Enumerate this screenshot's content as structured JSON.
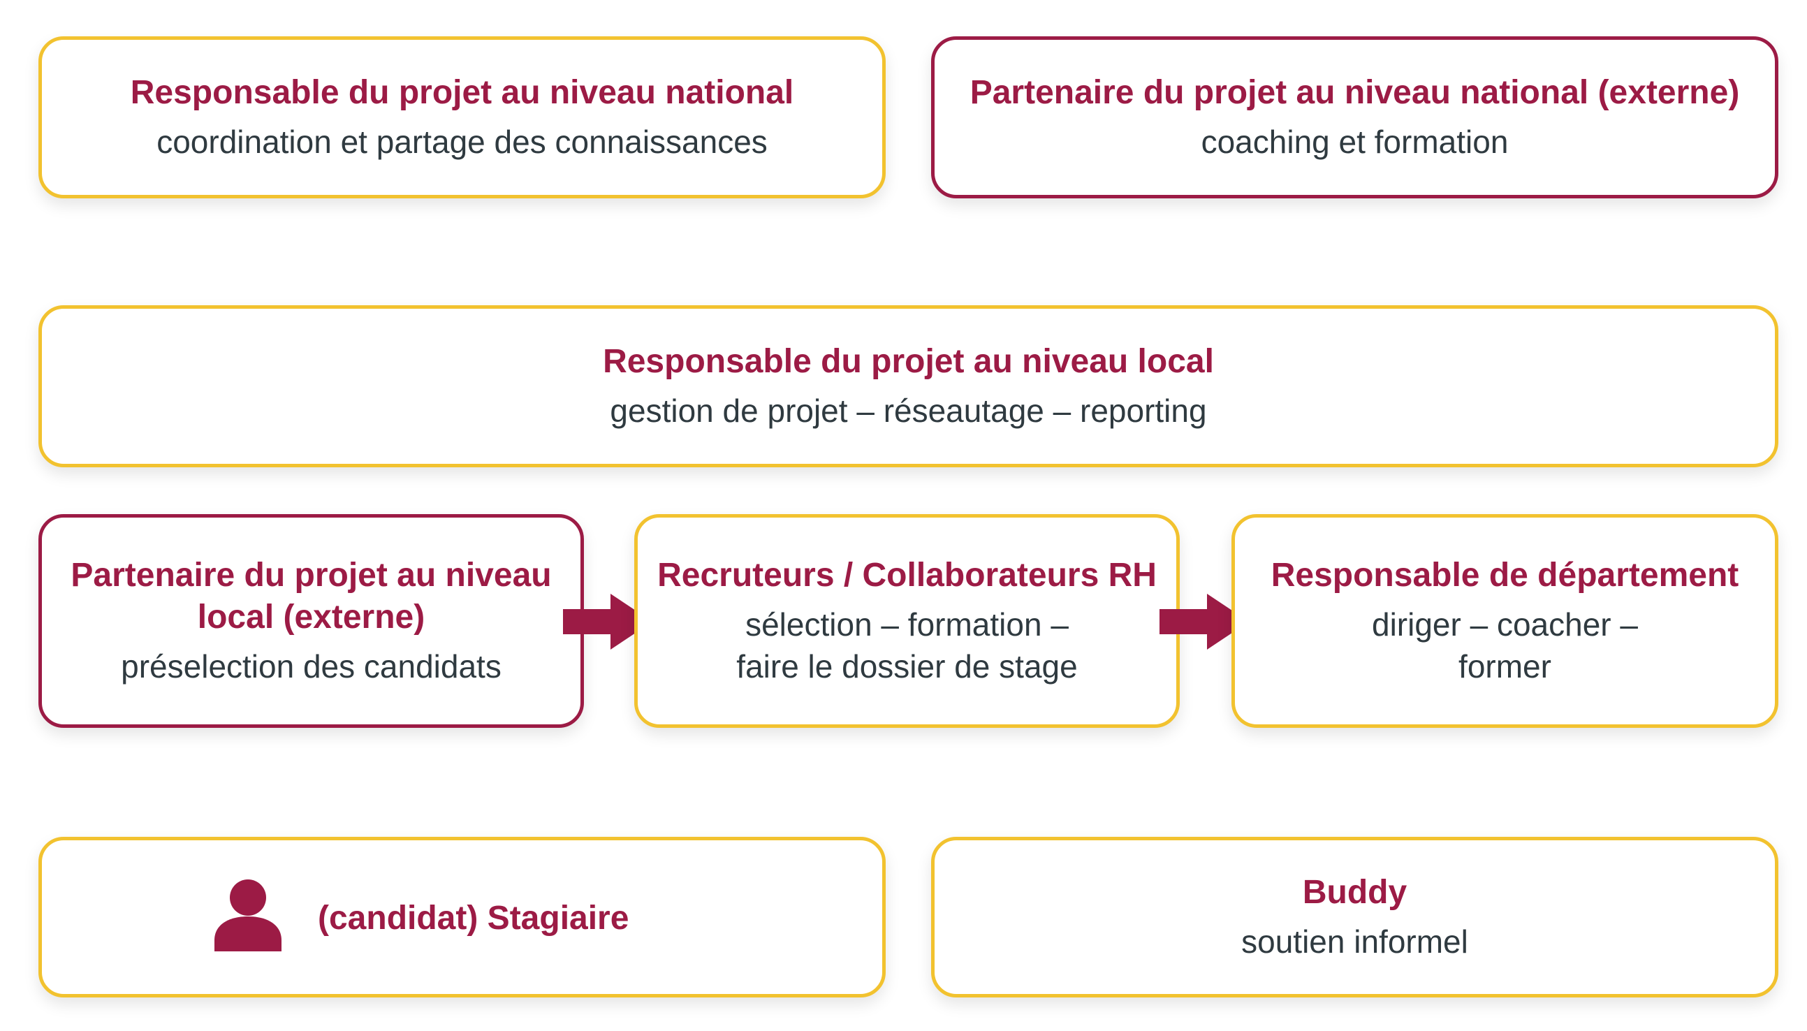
{
  "colors": {
    "accent_maroon": "#9c1b45",
    "accent_yellow": "#f2c22f",
    "text_dark": "#2f3a40"
  },
  "national_responsible": {
    "title": "Responsable du projet au niveau national",
    "subtitle": "coordination et partage des connaissances"
  },
  "national_partner": {
    "title": "Partenaire du projet au niveau national (externe)",
    "subtitle": "coaching et formation"
  },
  "local_responsible": {
    "title": "Responsable du projet au niveau local",
    "subtitle": "gestion de projet – réseautage – reporting"
  },
  "local_partner": {
    "title_line1": "Partenaire du projet au niveau",
    "title_line2": "local (externe)",
    "subtitle": "préselection des candidats"
  },
  "recruiters": {
    "title": "Recruteurs / Collaborateurs RH",
    "subtitle_line1": "sélection – formation –",
    "subtitle_line2": "faire le dossier de stage"
  },
  "department_head": {
    "title": "Responsable de département",
    "subtitle_line1": "diriger – coacher –",
    "subtitle_line2": "former"
  },
  "intern": {
    "icon": "person-icon",
    "title": "(candidat) Stagiaire"
  },
  "buddy": {
    "title": "Buddy",
    "subtitle": "soutien informel"
  }
}
